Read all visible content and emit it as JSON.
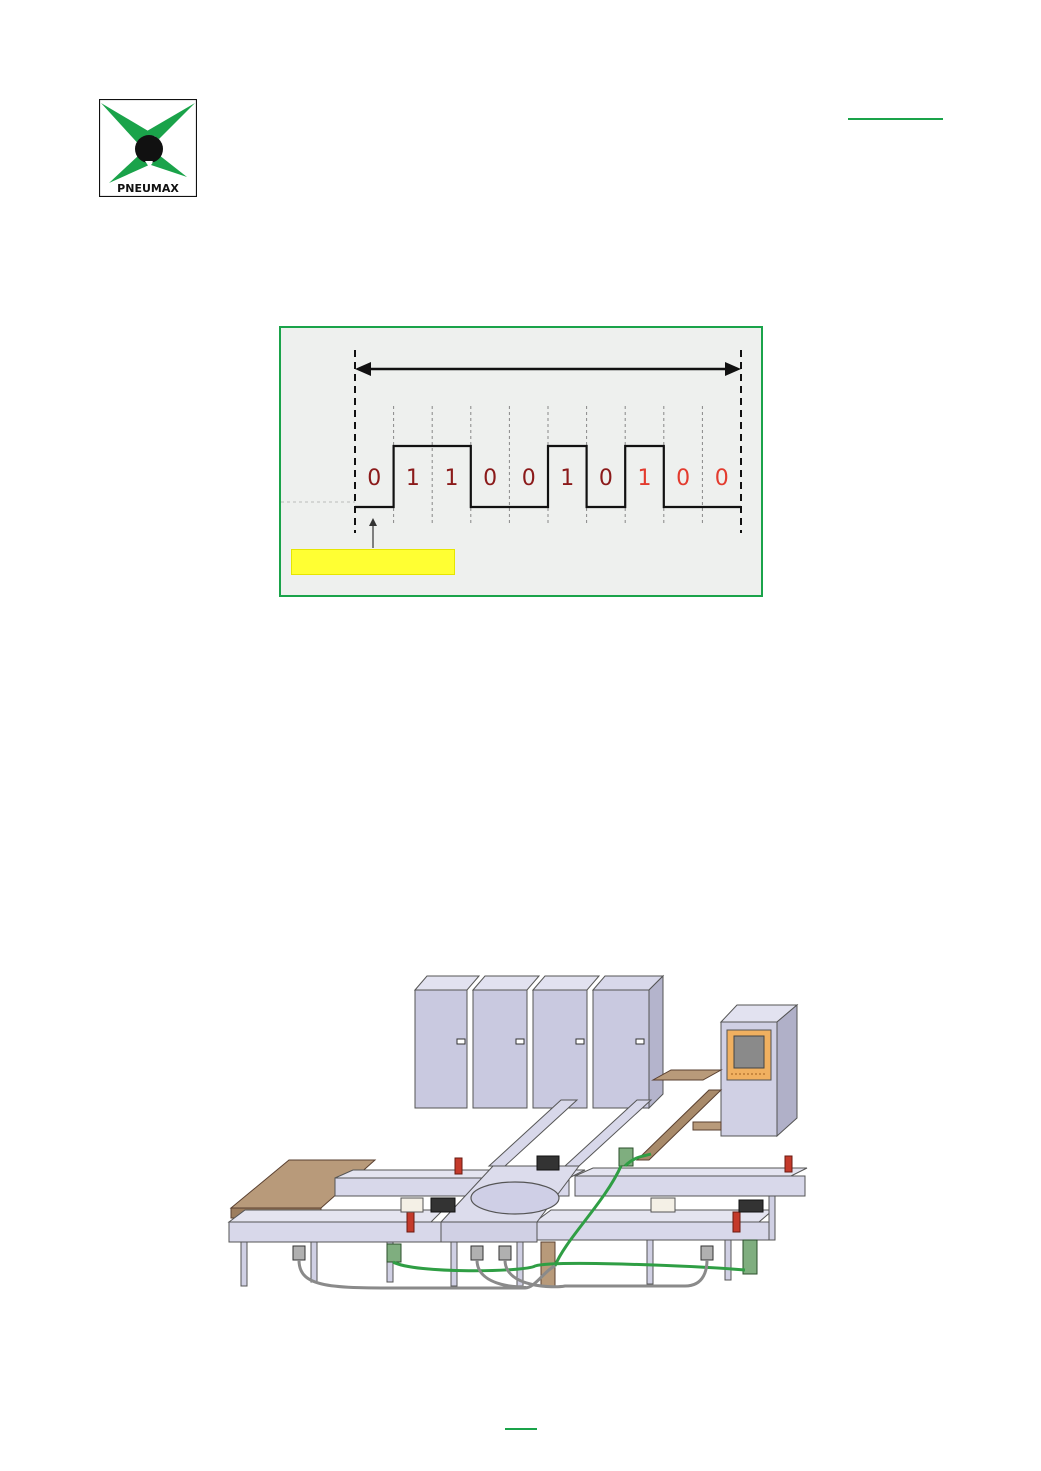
{
  "brand": {
    "logo_text": "PNEUMAX",
    "colors": {
      "green": "#1aa34a",
      "black": "#111111"
    }
  },
  "signal": {
    "bits": [
      "0",
      "1",
      "1",
      "0",
      "0",
      "1",
      "0",
      "1",
      "0",
      "0"
    ],
    "highlight_start_index": 7,
    "bit_colors": {
      "normal": "#8b1a1a",
      "highlight": "#e33b2e"
    },
    "marker_color": "#ffff33"
  },
  "diagram": {
    "colors": {
      "cabinet": "#c9c9e0",
      "conveyor": "#d8d8ea",
      "wood": "#b89a7a",
      "sensor": "#c43a2b",
      "green_cable": "#2f9e44",
      "grey_cable": "#8a8a8a",
      "screen": "#f0b060"
    }
  }
}
